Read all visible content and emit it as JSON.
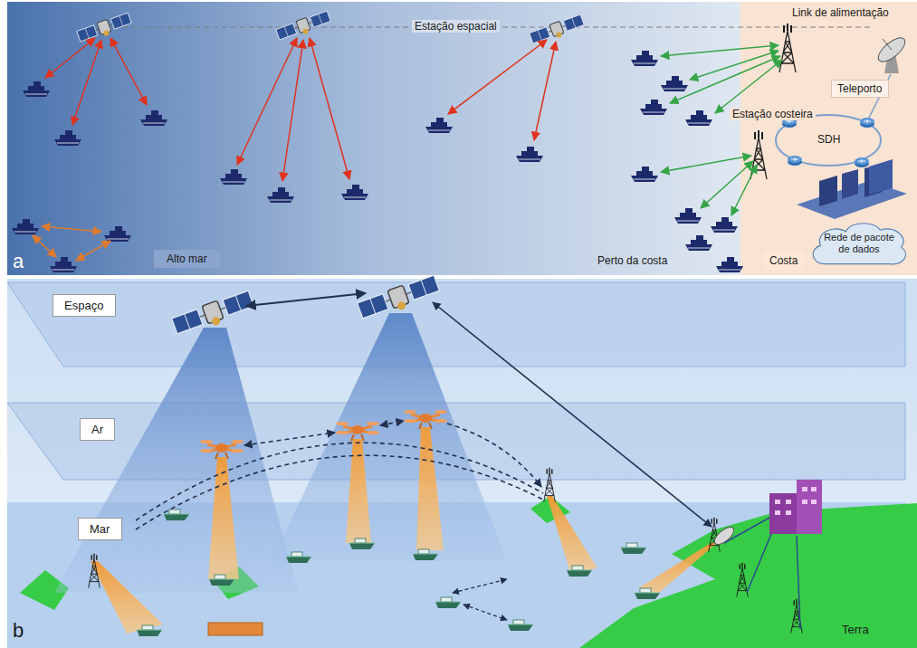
{
  "diagram": {
    "nodes": [
      {
        "text": [
          "Teleporto"
        ]
      },
      {
        "text": [
          "Rede de pacote de dados"
        ]
      },
      {
        "text": [
          "Alto mar"
        ]
      },
      {
        "text": [
          "Costa"
        ]
      },
      {
        "text": [
          "Espaço"
        ]
      },
      {
        "text": [
          "Ar"
        ]
      },
      {
        "text": [
          "Mar"
        ]
      }
    ],
    "labels": [
      "a",
      "Estação espacial",
      "Link de alimentação",
      "Estação costeira",
      "SDH",
      "Perto da costa",
      "b",
      "Terra"
    ]
  }
}
